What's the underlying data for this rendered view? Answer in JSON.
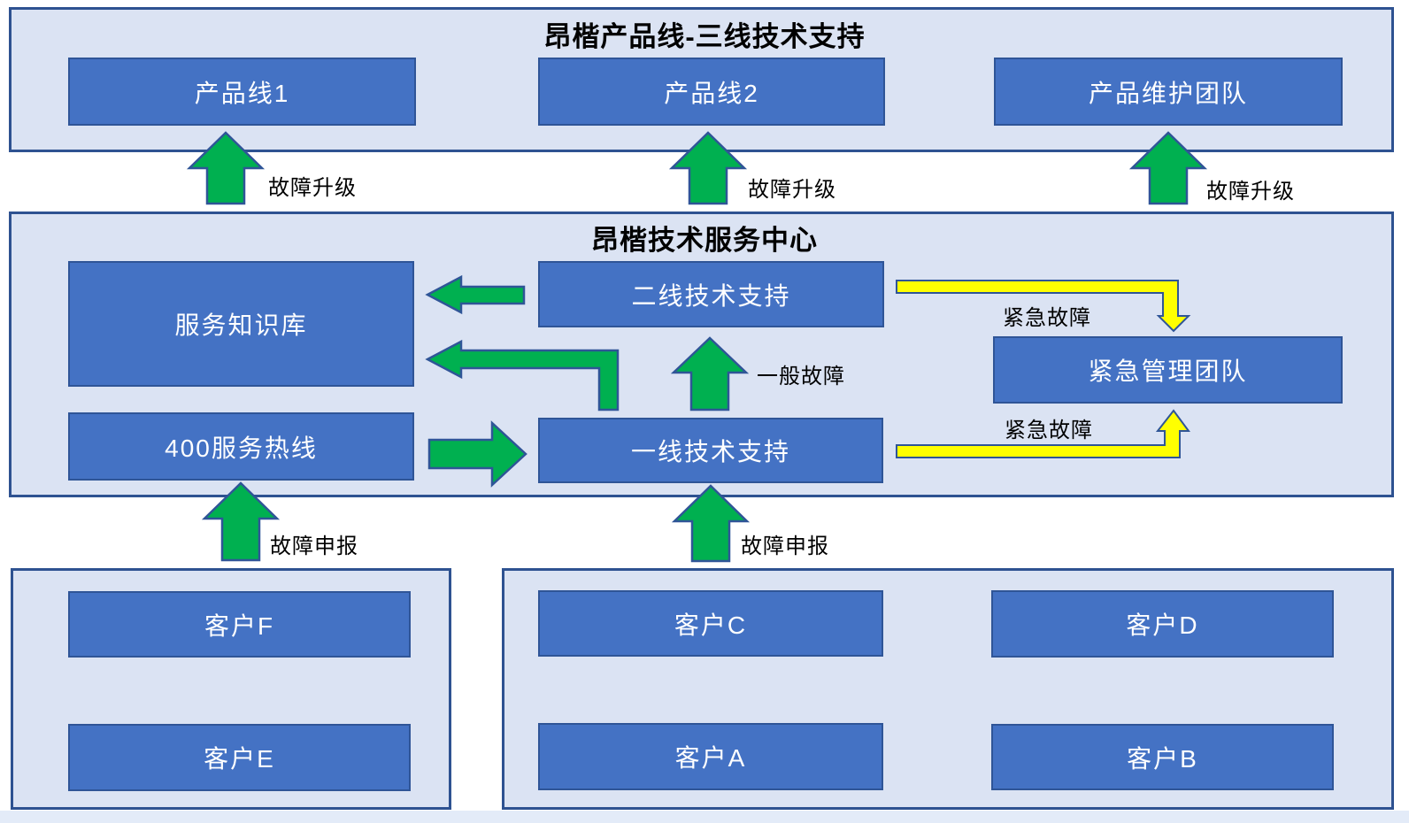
{
  "colors": {
    "box_fill": "#4472c4",
    "box_border": "#2f5597",
    "box_text": "#ffffff",
    "container_fill": "#dbe3f3",
    "container_border": "#2e5291",
    "title_color": "#000000",
    "arrow_green": "#00b050",
    "arrow_yellow": "#ffff00",
    "arrow_outline": "#2f5597"
  },
  "top_section": {
    "title": "昂楷产品线-三线技术支持",
    "boxes": [
      {
        "label": "产品线1"
      },
      {
        "label": "产品线2"
      },
      {
        "label": "产品维护团队"
      }
    ]
  },
  "middle_section": {
    "title": "昂楷技术服务中心",
    "boxes": [
      {
        "label": "服务知识库"
      },
      {
        "label": "400服务热线"
      },
      {
        "label": "二线技术支持"
      },
      {
        "label": "一线技术支持"
      },
      {
        "label": "紧急管理团队"
      }
    ]
  },
  "bottom_left_section": {
    "boxes": [
      {
        "label": "客户F"
      },
      {
        "label": "客户E"
      }
    ]
  },
  "bottom_right_section": {
    "boxes": [
      {
        "label": "客户C"
      },
      {
        "label": "客户D"
      },
      {
        "label": "客户A"
      },
      {
        "label": "客户B"
      }
    ]
  },
  "arrow_labels": {
    "fault_upgrade_1": "故障升级",
    "fault_upgrade_2": "故障升级",
    "fault_upgrade_3": "故障升级",
    "emergency_fault_top": "紧急故障",
    "emergency_fault_bottom": "紧急故障",
    "general_fault": "一般故障",
    "fault_report_left": "故障申报",
    "fault_report_right": "故障申报"
  }
}
